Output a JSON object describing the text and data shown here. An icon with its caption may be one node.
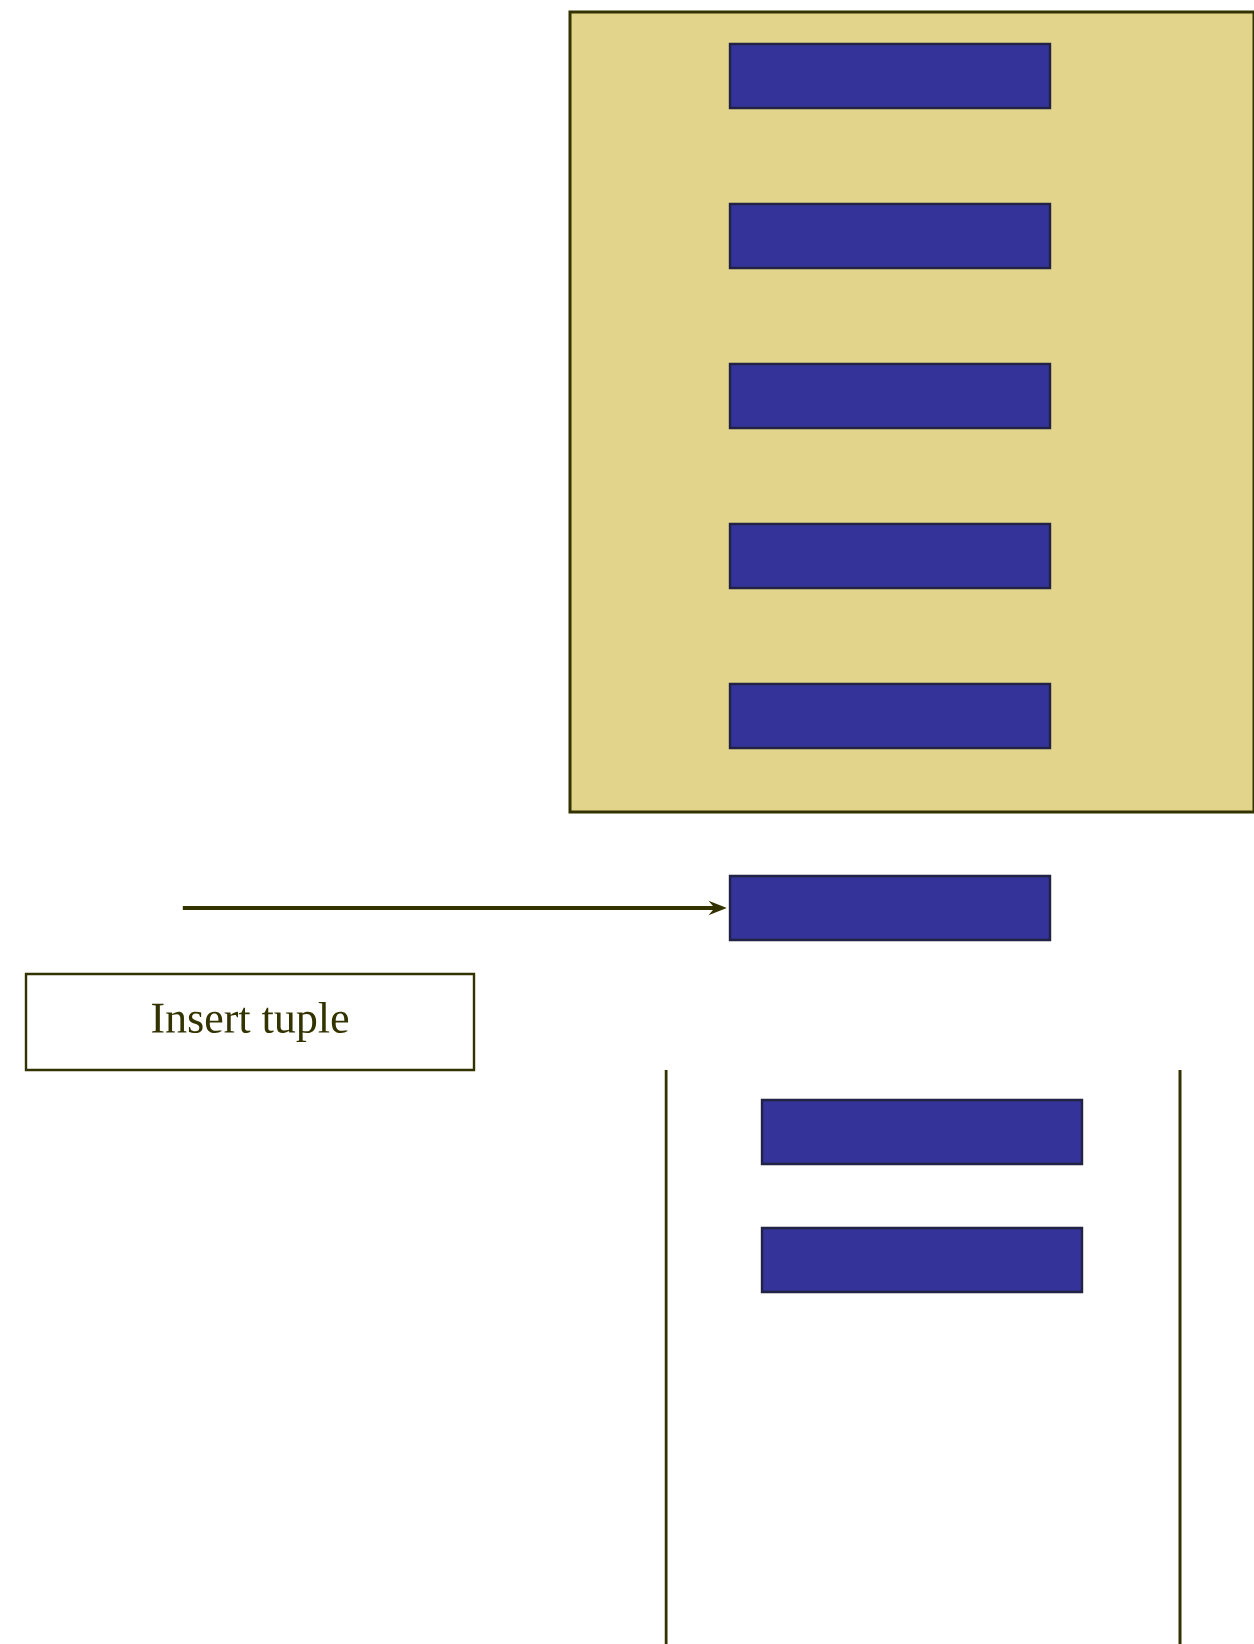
{
  "diagram": {
    "nodes": [
      {
        "text": [],
        "shape": "box"
      },
      {
        "text": [],
        "shape": "bar",
        "in": 0
      },
      {
        "text": [],
        "shape": "bar",
        "in": 0
      },
      {
        "text": [],
        "shape": "bar",
        "in": 0
      },
      {
        "text": [],
        "shape": "bar",
        "in": 0
      },
      {
        "text": [],
        "shape": "bar",
        "in": 0
      },
      {
        "text": [],
        "shape": "bar"
      },
      {
        "text": [
          "Insert tuple"
        ]
      },
      {
        "text": [],
        "shape": "bar"
      },
      {
        "text": [],
        "shape": "bar"
      }
    ],
    "edges": [
      {
        "from": null,
        "to": 6,
        "arrow": "to"
      }
    ]
  }
}
